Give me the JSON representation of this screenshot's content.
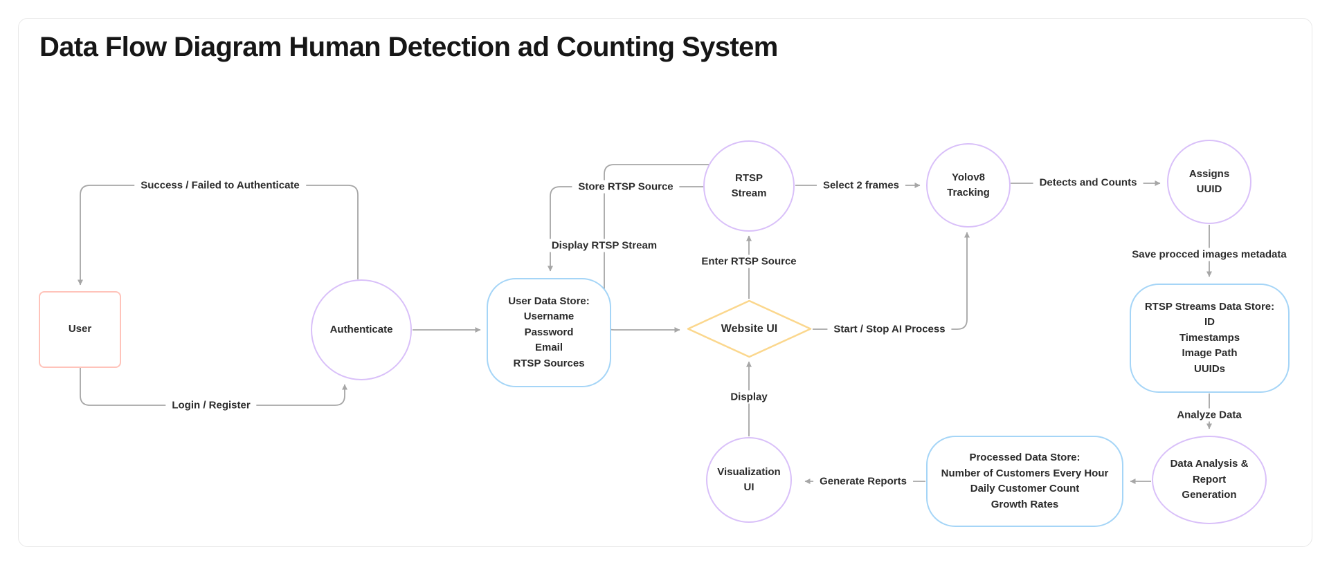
{
  "page": {
    "title": "Data Flow Diagram Human Detection ad Counting System"
  },
  "diagram": {
    "nodes": {
      "user": {
        "label": "User",
        "shape": "rectangle",
        "border_color": "#ffc3ba"
      },
      "authenticate": {
        "label": "Authenticate",
        "shape": "circle",
        "border_color": "#d9c0f9"
      },
      "user_data_store": {
        "shape": "rounded-rectangle",
        "border_color": "#a5d5f7",
        "lines": [
          "User Data Store:",
          "Username",
          "Password",
          "Email",
          "RTSP Sources"
        ]
      },
      "rtsp_stream": {
        "shape": "circle",
        "border_color": "#d9c0f9",
        "lines": [
          "RTSP",
          "Stream"
        ]
      },
      "website_ui": {
        "label": "Website UI",
        "shape": "diamond",
        "border_color": "#fbd78d"
      },
      "yolov8_tracking": {
        "shape": "circle",
        "border_color": "#d9c0f9",
        "lines": [
          "Yolov8",
          "Tracking"
        ]
      },
      "assigns_uuid": {
        "shape": "circle",
        "border_color": "#d9c0f9",
        "lines": [
          "Assigns",
          "UUID"
        ]
      },
      "rtsp_streams_data_store": {
        "shape": "rounded-rectangle",
        "border_color": "#a5d5f7",
        "lines": [
          "RTSP Streams Data Store:",
          "ID",
          "Timestamps",
          "Image Path",
          "UUIDs"
        ]
      },
      "data_analysis": {
        "shape": "ellipse",
        "border_color": "#d9c0f9",
        "lines": [
          "Data Analysis &",
          "Report",
          "Generation"
        ]
      },
      "processed_data_store": {
        "shape": "rounded-rectangle",
        "border_color": "#a5d5f7",
        "lines": [
          "Processed Data Store:",
          "Number of Customers Every Hour",
          "Daily Customer Count",
          "Growth Rates"
        ]
      },
      "visualization_ui": {
        "shape": "circle",
        "border_color": "#d9c0f9",
        "lines": [
          "Visualization",
          "UI"
        ]
      }
    },
    "edge_labels": {
      "success_failed_to_authenticate": "Success / Failed to Authenticate",
      "login_register": "Login / Register",
      "store_rtsp_source": "Store RTSP Source",
      "display_rtsp_stream": "Display RTSP Stream",
      "enter_rtsp_source": "Enter RTSP Source",
      "select_2_frames": "Select  2 frames",
      "detects_and_counts": "Detects and Counts",
      "save_procced_images_metadata": "Save procced images metadata",
      "start_stop_ai_process": "Start / Stop AI Process",
      "analyze_data": "Analyze Data",
      "display": "Display",
      "generate_reports": "Generate Reports"
    },
    "colors": {
      "process_border": "#d9c0f9",
      "data_store_border": "#a5d5f7",
      "external_entity_border": "#ffc3ba",
      "decision_border": "#fbd78d",
      "connector": "#a6a6a6",
      "text": "#2b2b2b",
      "card_border": "#e8e8e8"
    }
  }
}
